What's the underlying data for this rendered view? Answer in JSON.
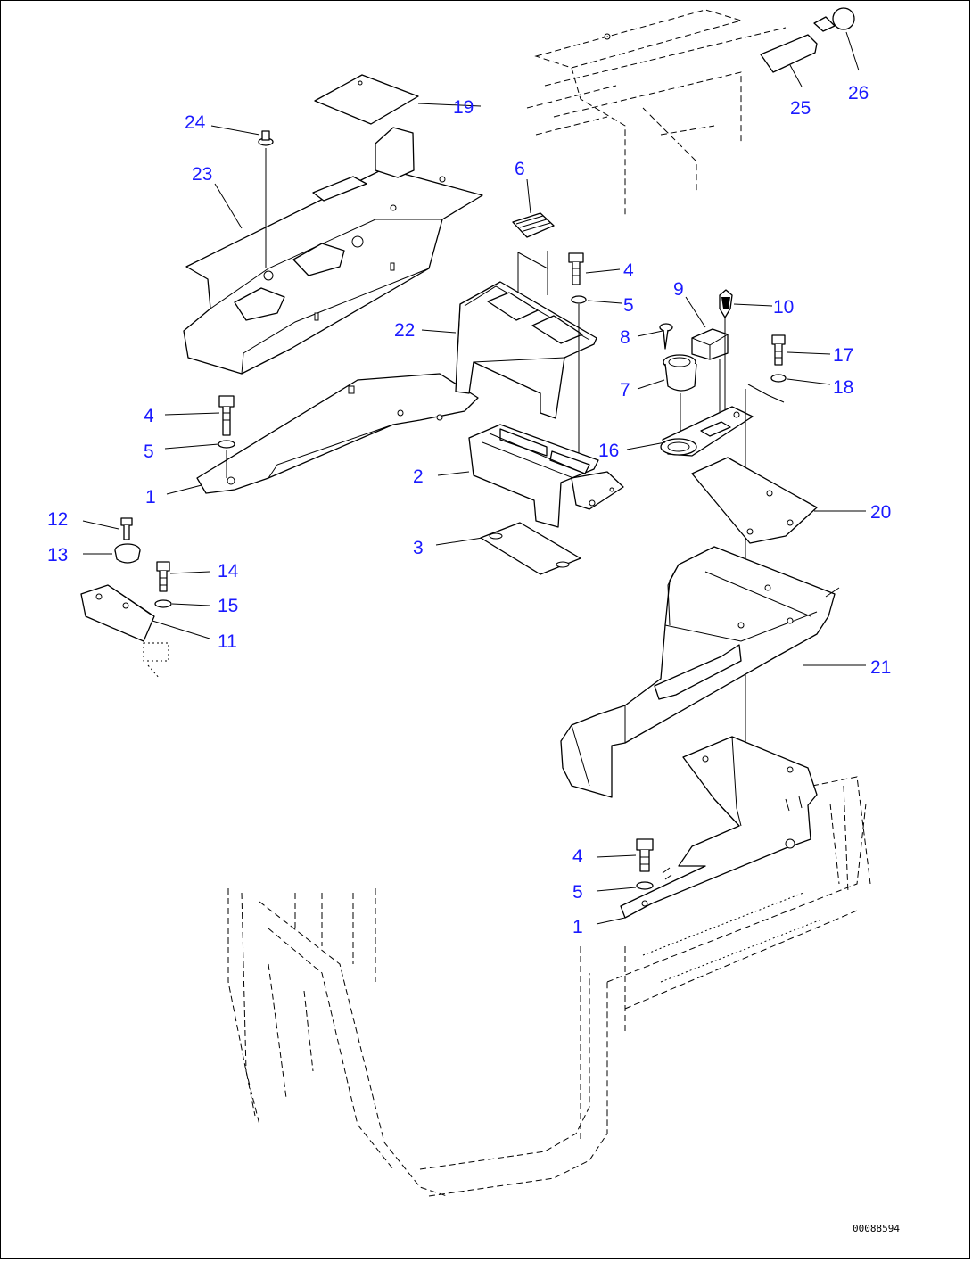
{
  "callouts": {
    "c1a": "1",
    "c1b": "1",
    "c2": "2",
    "c3": "3",
    "c4a": "4",
    "c4b": "4",
    "c4c": "4",
    "c5a": "5",
    "c5b": "5",
    "c5c": "5",
    "c6": "6",
    "c7": "7",
    "c8": "8",
    "c9": "9",
    "c10": "10",
    "c11": "11",
    "c12": "12",
    "c13": "13",
    "c14": "14",
    "c15": "15",
    "c16": "16",
    "c17": "17",
    "c18": "18",
    "c19": "19",
    "c20": "20",
    "c21": "21",
    "c22": "22",
    "c23": "23",
    "c24": "24",
    "c25": "25",
    "c26": "26"
  },
  "drawing_number": "00088594",
  "colors": {
    "callout": "#1a1aff",
    "line": "#000000",
    "background": "#ffffff"
  }
}
